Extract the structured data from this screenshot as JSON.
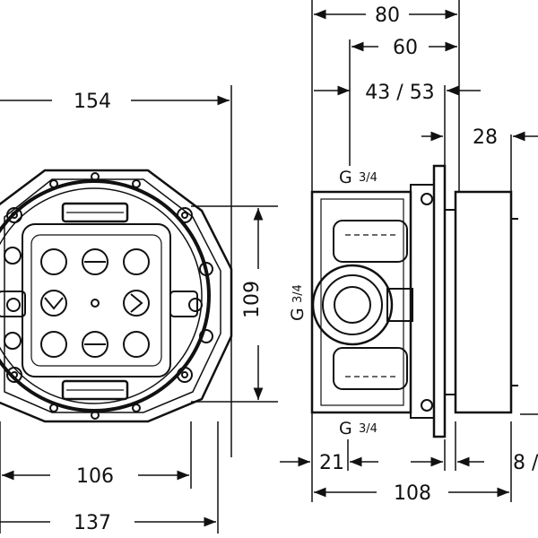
{
  "dimensions": {
    "d80": "80",
    "d60": "60",
    "d43_53": "43 / 53",
    "d154": "154",
    "d28": "28",
    "d109": "109",
    "d106": "106",
    "d137": "137",
    "d21": "21",
    "d108": "108",
    "d8": "8 /"
  },
  "thread_labels": {
    "top_main": "G",
    "top_frac": "3/4",
    "side_main": "G",
    "side_frac": "3/4",
    "bottom_main": "G",
    "bottom_frac": "3/4"
  }
}
